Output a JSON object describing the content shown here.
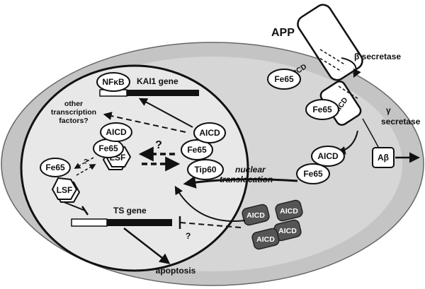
{
  "colors": {
    "cell_fill": "#d2d2d2",
    "cell_outer_ring": "#b8b8b8",
    "nucleus_fill": "#e6e6e6",
    "gene_bar": "#111111",
    "aicd_aggregate": "#555555"
  },
  "labels": {
    "app": "APP",
    "beta_secretase": "β secretase",
    "gamma_symbol": "γ",
    "gamma_secretase": "secretase",
    "abeta": "Aβ",
    "nfkb": "NFκB",
    "kai1_gene": "KAI1 gene",
    "other_tf_line1": "other",
    "other_tf_line2": "transcription",
    "other_tf_line3": "factors?",
    "ts_gene": "TS gene",
    "apoptosis": "apoptosis",
    "nuclear_line1": "nuclear",
    "nuclear_line2": "translocation",
    "question_mark": "?",
    "aicd": "AICD",
    "fe65": "Fe65",
    "lsf": "LSF",
    "tip60": "Tip60"
  }
}
